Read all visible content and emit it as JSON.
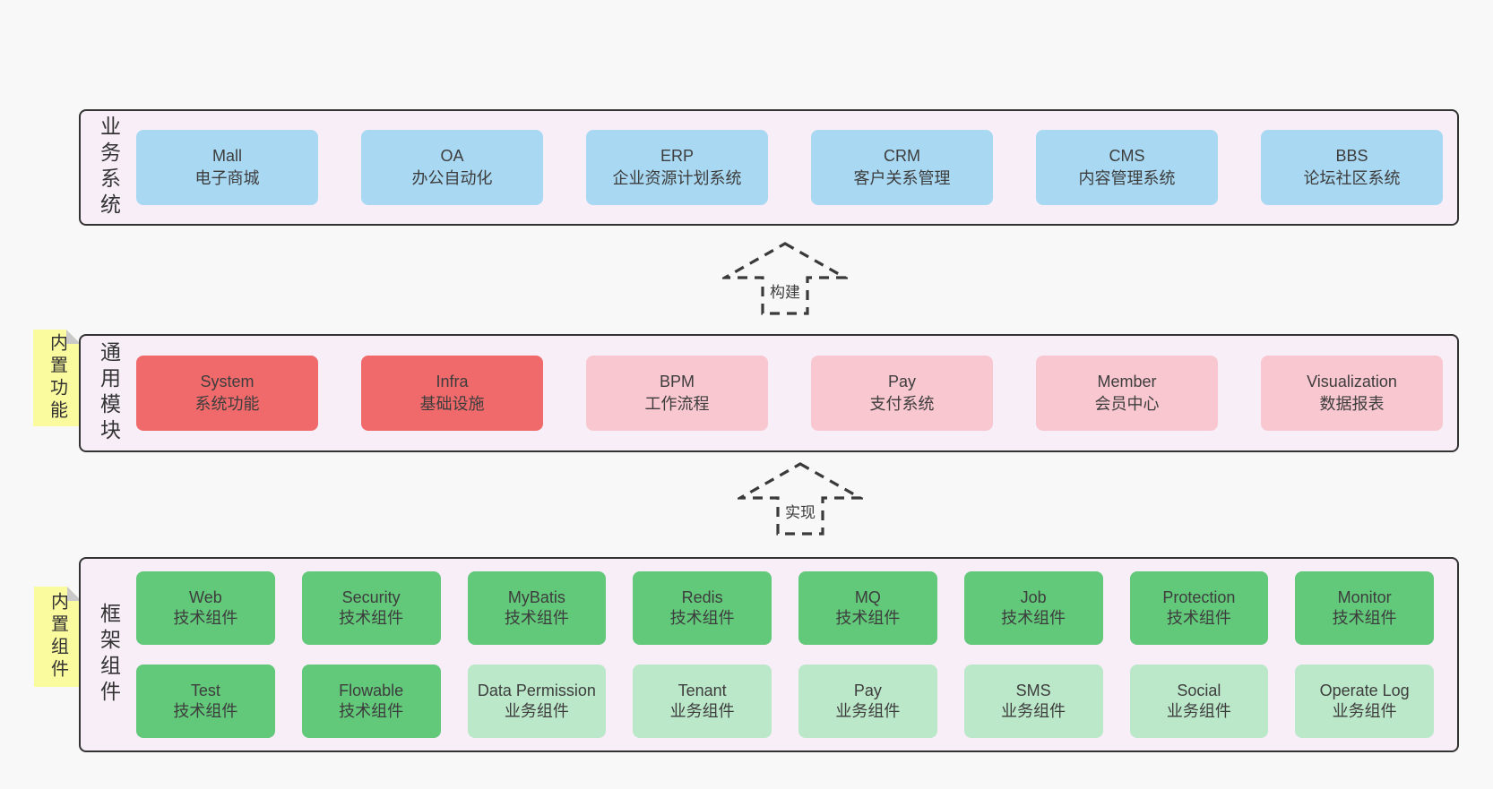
{
  "colors": {
    "page_bg": "#f8f8f8",
    "panel_bg": "#f7eef7",
    "panel_border": "#333333",
    "blue_box": "#a9d8f2",
    "red_box": "#f16a6b",
    "pink_box": "#f9c7d0",
    "green_box": "#62c87a",
    "light_green_box": "#bce8ca",
    "tag_bg": "#fafa9e",
    "tag_fold": "#c9c9c9",
    "text": "#3d3d3d"
  },
  "arrows": {
    "build": "构建",
    "implement": "实现"
  },
  "sections": {
    "business": {
      "label": "业务系统",
      "boxes": [
        {
          "title": "Mall",
          "subtitle": "电子商城"
        },
        {
          "title": "OA",
          "subtitle": "办公自动化"
        },
        {
          "title": "ERP",
          "subtitle": "企业资源计划系统"
        },
        {
          "title": "CRM",
          "subtitle": "客户关系管理"
        },
        {
          "title": "CMS",
          "subtitle": "内容管理系统"
        },
        {
          "title": "BBS",
          "subtitle": "论坛社区系统"
        }
      ]
    },
    "common": {
      "label": "通用模块",
      "tag": "内置功能",
      "boxes": [
        {
          "title": "System",
          "subtitle": "系统功能",
          "variant": "red"
        },
        {
          "title": "Infra",
          "subtitle": "基础设施",
          "variant": "red"
        },
        {
          "title": "BPM",
          "subtitle": "工作流程",
          "variant": "pink"
        },
        {
          "title": "Pay",
          "subtitle": "支付系统",
          "variant": "pink"
        },
        {
          "title": "Member",
          "subtitle": "会员中心",
          "variant": "pink"
        },
        {
          "title": "Visualization",
          "subtitle": "数据报表",
          "variant": "pink"
        }
      ]
    },
    "framework": {
      "label": "框架组件",
      "tag": "内置组件",
      "row1": [
        {
          "title": "Web",
          "subtitle": "技术组件",
          "variant": "green"
        },
        {
          "title": "Security",
          "subtitle": "技术组件",
          "variant": "green"
        },
        {
          "title": "MyBatis",
          "subtitle": "技术组件",
          "variant": "green"
        },
        {
          "title": "Redis",
          "subtitle": "技术组件",
          "variant": "green"
        },
        {
          "title": "MQ",
          "subtitle": "技术组件",
          "variant": "green"
        },
        {
          "title": "Job",
          "subtitle": "技术组件",
          "variant": "green"
        },
        {
          "title": "Protection",
          "subtitle": "技术组件",
          "variant": "green"
        },
        {
          "title": "Monitor",
          "subtitle": "技术组件",
          "variant": "green"
        }
      ],
      "row2": [
        {
          "title": "Test",
          "subtitle": "技术组件",
          "variant": "green"
        },
        {
          "title": "Flowable",
          "subtitle": "技术组件",
          "variant": "green"
        },
        {
          "title": "Data Permission",
          "subtitle": "业务组件",
          "variant": "lightgreen"
        },
        {
          "title": "Tenant",
          "subtitle": "业务组件",
          "variant": "lightgreen"
        },
        {
          "title": "Pay",
          "subtitle": "业务组件",
          "variant": "lightgreen"
        },
        {
          "title": "SMS",
          "subtitle": "业务组件",
          "variant": "lightgreen"
        },
        {
          "title": "Social",
          "subtitle": "业务组件",
          "variant": "lightgreen"
        },
        {
          "title": "Operate Log",
          "subtitle": "业务组件",
          "variant": "lightgreen"
        }
      ]
    }
  }
}
